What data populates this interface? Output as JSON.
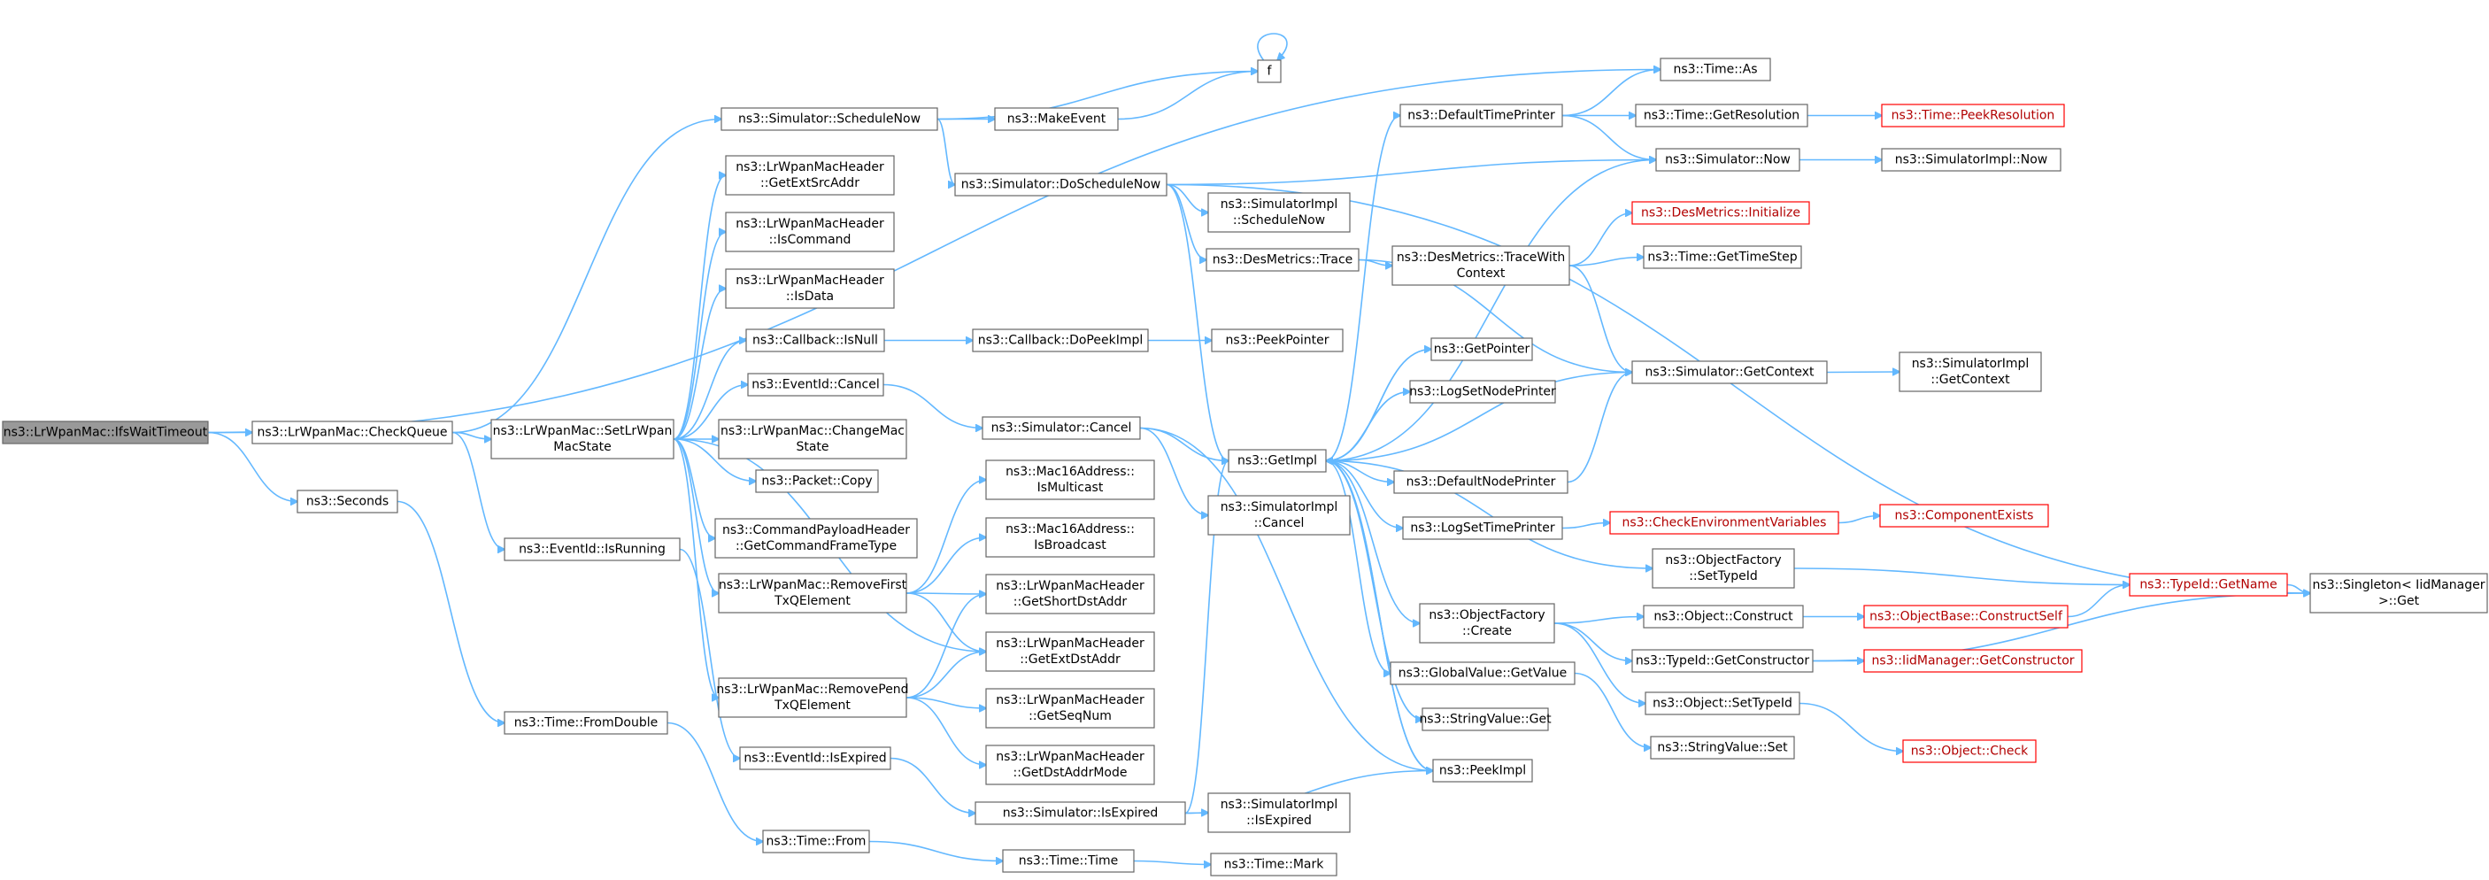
{
  "nodes": [
    {
      "id": "root",
      "lines": [
        "ns3::LrWpanMac::IfsWaitTimeout"
      ],
      "style": "root"
    },
    {
      "id": "checkqueue",
      "lines": [
        "ns3::LrWpanMac::CheckQueue"
      ]
    },
    {
      "id": "seconds",
      "lines": [
        "ns3::Seconds"
      ]
    },
    {
      "id": "setlrwpan",
      "lines": [
        "ns3::LrWpanMac::SetLrWpan",
        "MacState"
      ]
    },
    {
      "id": "eventid_isrunning",
      "lines": [
        "ns3::EventId::IsRunning"
      ]
    },
    {
      "id": "time_fromdouble",
      "lines": [
        "ns3::Time::FromDouble"
      ]
    },
    {
      "id": "scheduleNow",
      "lines": [
        "ns3::Simulator::ScheduleNow"
      ]
    },
    {
      "id": "getextsrcaddr",
      "lines": [
        "ns3::LrWpanMacHeader",
        "::GetExtSrcAddr"
      ]
    },
    {
      "id": "iscommand",
      "lines": [
        "ns3::LrWpanMacHeader",
        "::IsCommand"
      ]
    },
    {
      "id": "isdata",
      "lines": [
        "ns3::LrWpanMacHeader",
        "::IsData"
      ]
    },
    {
      "id": "callback_isnull",
      "lines": [
        "ns3::Callback::IsNull"
      ]
    },
    {
      "id": "eventid_cancel",
      "lines": [
        "ns3::EventId::Cancel"
      ]
    },
    {
      "id": "changemacstate",
      "lines": [
        "ns3::LrWpanMac::ChangeMac",
        "State"
      ]
    },
    {
      "id": "packet_copy",
      "lines": [
        "ns3::Packet::Copy"
      ]
    },
    {
      "id": "cmdpayload",
      "lines": [
        "ns3::CommandPayloadHeader",
        "::GetCommandFrameType"
      ]
    },
    {
      "id": "removefirst",
      "lines": [
        "ns3::LrWpanMac::RemoveFirst",
        "TxQElement"
      ]
    },
    {
      "id": "removepend",
      "lines": [
        "ns3::LrWpanMac::RemovePend",
        "TxQElement"
      ]
    },
    {
      "id": "eventid_isexpired",
      "lines": [
        "ns3::EventId::IsExpired"
      ]
    },
    {
      "id": "time_from",
      "lines": [
        "ns3::Time::From"
      ]
    },
    {
      "id": "makeevent",
      "lines": [
        "ns3::MakeEvent"
      ]
    },
    {
      "id": "f",
      "lines": [
        "f"
      ]
    },
    {
      "id": "doScheduleNow",
      "lines": [
        "ns3::Simulator::DoScheduleNow"
      ]
    },
    {
      "id": "callback_dopeekimpl",
      "lines": [
        "ns3::Callback::DoPeekImpl"
      ]
    },
    {
      "id": "simulator_cancel",
      "lines": [
        "ns3::Simulator::Cancel"
      ]
    },
    {
      "id": "mac16_ismulticast",
      "lines": [
        "ns3::Mac16Address::",
        "IsMulticast"
      ]
    },
    {
      "id": "mac16_isbroadcast",
      "lines": [
        "ns3::Mac16Address::",
        "IsBroadcast"
      ]
    },
    {
      "id": "getshortdstaddr",
      "lines": [
        "ns3::LrWpanMacHeader",
        "::GetShortDstAddr"
      ]
    },
    {
      "id": "getextdstaddr",
      "lines": [
        "ns3::LrWpanMacHeader",
        "::GetExtDstAddr"
      ]
    },
    {
      "id": "getseqnum",
      "lines": [
        "ns3::LrWpanMacHeader",
        "::GetSeqNum"
      ]
    },
    {
      "id": "getdstaddrmode",
      "lines": [
        "ns3::LrWpanMacHeader",
        "::GetDstAddrMode"
      ]
    },
    {
      "id": "simulator_isexpired",
      "lines": [
        "ns3::Simulator::IsExpired"
      ]
    },
    {
      "id": "time_time",
      "lines": [
        "ns3::Time::Time"
      ]
    },
    {
      "id": "simimpl_schedulenow",
      "lines": [
        "ns3::SimulatorImpl",
        "::ScheduleNow"
      ]
    },
    {
      "id": "desmetrics_trace",
      "lines": [
        "ns3::DesMetrics::Trace"
      ]
    },
    {
      "id": "peekpointer",
      "lines": [
        "ns3::PeekPointer"
      ]
    },
    {
      "id": "getimpl",
      "lines": [
        "ns3::GetImpl"
      ]
    },
    {
      "id": "simimpl_cancel",
      "lines": [
        "ns3::SimulatorImpl",
        "::Cancel"
      ]
    },
    {
      "id": "simimpl_isexpired",
      "lines": [
        "ns3::SimulatorImpl",
        "::IsExpired"
      ]
    },
    {
      "id": "time_mark",
      "lines": [
        "ns3::Time::Mark"
      ]
    },
    {
      "id": "defaulttimeprinter",
      "lines": [
        "ns3::DefaultTimePrinter"
      ]
    },
    {
      "id": "desmetrics_tracewith",
      "lines": [
        "ns3::DesMetrics::TraceWith",
        "Context"
      ]
    },
    {
      "id": "getpointer",
      "lines": [
        "ns3::GetPointer"
      ]
    },
    {
      "id": "logsetnodeprinter",
      "lines": [
        "ns3::LogSetNodePrinter"
      ]
    },
    {
      "id": "defaultnodeprinter",
      "lines": [
        "ns3::DefaultNodePrinter"
      ]
    },
    {
      "id": "logsettimeprinter",
      "lines": [
        "ns3::LogSetTimePrinter"
      ]
    },
    {
      "id": "objectfactory_create",
      "lines": [
        "ns3::ObjectFactory",
        "::Create"
      ]
    },
    {
      "id": "globalvalue_getvalue",
      "lines": [
        "ns3::GlobalValue::GetValue"
      ]
    },
    {
      "id": "stringvalue_get",
      "lines": [
        "ns3::StringValue::Get"
      ]
    },
    {
      "id": "peekimpl",
      "lines": [
        "ns3::PeekImpl"
      ]
    },
    {
      "id": "time_as",
      "lines": [
        "ns3::Time::As"
      ]
    },
    {
      "id": "time_getresolution",
      "lines": [
        "ns3::Time::GetResolution"
      ]
    },
    {
      "id": "simulator_now",
      "lines": [
        "ns3::Simulator::Now"
      ]
    },
    {
      "id": "desmetrics_initialize",
      "lines": [
        "ns3::DesMetrics::Initialize"
      ],
      "style": "trunc"
    },
    {
      "id": "time_gettimestep",
      "lines": [
        "ns3::Time::GetTimeStep"
      ]
    },
    {
      "id": "simulator_getcontext",
      "lines": [
        "ns3::Simulator::GetContext"
      ]
    },
    {
      "id": "checkenvvars",
      "lines": [
        "ns3::CheckEnvironmentVariables"
      ],
      "style": "trunc"
    },
    {
      "id": "objectfactory_settypeid",
      "lines": [
        "ns3::ObjectFactory",
        "::SetTypeId"
      ]
    },
    {
      "id": "object_construct",
      "lines": [
        "ns3::Object::Construct"
      ]
    },
    {
      "id": "typeid_getconstructor",
      "lines": [
        "ns3::TypeId::GetConstructor"
      ]
    },
    {
      "id": "object_settypeid",
      "lines": [
        "ns3::Object::SetTypeId"
      ]
    },
    {
      "id": "stringvalue_set",
      "lines": [
        "ns3::StringValue::Set"
      ]
    },
    {
      "id": "time_peekresolution",
      "lines": [
        "ns3::Time::PeekResolution"
      ],
      "style": "trunc"
    },
    {
      "id": "simimpl_now",
      "lines": [
        "ns3::SimulatorImpl::Now"
      ]
    },
    {
      "id": "simimpl_getcontext",
      "lines": [
        "ns3::SimulatorImpl",
        "::GetContext"
      ]
    },
    {
      "id": "componentexists",
      "lines": [
        "ns3::ComponentExists"
      ],
      "style": "trunc"
    },
    {
      "id": "typeid_getname",
      "lines": [
        "ns3::TypeId::GetName"
      ],
      "style": "trunc"
    },
    {
      "id": "objectbase_constructself",
      "lines": [
        "ns3::ObjectBase::ConstructSelf"
      ],
      "style": "trunc"
    },
    {
      "id": "iidmanager_getconstructor",
      "lines": [
        "ns3::IidManager::GetConstructor"
      ],
      "style": "trunc"
    },
    {
      "id": "object_check",
      "lines": [
        "ns3::Object::Check"
      ],
      "style": "trunc"
    },
    {
      "id": "singleton_get",
      "lines": [
        "ns3::Singleton< IidManager",
        ">::Get"
      ]
    }
  ],
  "edges": [
    [
      "root",
      "checkqueue"
    ],
    [
      "root",
      "seconds"
    ],
    [
      "root",
      "time_as"
    ],
    [
      "checkqueue",
      "setlrwpan"
    ],
    [
      "checkqueue",
      "eventid_isrunning"
    ],
    [
      "checkqueue",
      "scheduleNow"
    ],
    [
      "seconds",
      "time_fromdouble"
    ],
    [
      "time_fromdouble",
      "time_from"
    ],
    [
      "time_from",
      "time_time"
    ],
    [
      "time_time",
      "time_mark"
    ],
    [
      "eventid_isrunning",
      "eventid_isexpired"
    ],
    [
      "eventid_isexpired",
      "simulator_isexpired"
    ],
    [
      "setlrwpan",
      "getextsrcaddr"
    ],
    [
      "setlrwpan",
      "iscommand"
    ],
    [
      "setlrwpan",
      "isdata"
    ],
    [
      "setlrwpan",
      "callback_isnull"
    ],
    [
      "setlrwpan",
      "eventid_cancel"
    ],
    [
      "setlrwpan",
      "changemacstate"
    ],
    [
      "setlrwpan",
      "packet_copy"
    ],
    [
      "setlrwpan",
      "cmdpayload"
    ],
    [
      "setlrwpan",
      "removefirst"
    ],
    [
      "setlrwpan",
      "removepend"
    ],
    [
      "setlrwpan",
      "getextdstaddr"
    ],
    [
      "scheduleNow",
      "makeevent"
    ],
    [
      "scheduleNow",
      "f"
    ],
    [
      "scheduleNow",
      "doScheduleNow"
    ],
    [
      "makeevent",
      "f"
    ],
    [
      "f",
      "f"
    ],
    [
      "callback_isnull",
      "callback_dopeekimpl"
    ],
    [
      "callback_dopeekimpl",
      "peekpointer"
    ],
    [
      "eventid_cancel",
      "simulator_cancel"
    ],
    [
      "removefirst",
      "mac16_ismulticast"
    ],
    [
      "removefirst",
      "mac16_isbroadcast"
    ],
    [
      "removefirst",
      "getshortdstaddr"
    ],
    [
      "removefirst",
      "getextdstaddr"
    ],
    [
      "removepend",
      "getshortdstaddr"
    ],
    [
      "removepend",
      "getextdstaddr"
    ],
    [
      "removepend",
      "getseqnum"
    ],
    [
      "removepend",
      "getdstaddrmode"
    ],
    [
      "doScheduleNow",
      "simimpl_schedulenow"
    ],
    [
      "doScheduleNow",
      "desmetrics_trace"
    ],
    [
      "doScheduleNow",
      "getimpl"
    ],
    [
      "doScheduleNow",
      "simulator_now"
    ],
    [
      "doScheduleNow",
      "singleton_get"
    ],
    [
      "simulator_cancel",
      "getimpl"
    ],
    [
      "simulator_cancel",
      "simimpl_cancel"
    ],
    [
      "simulator_cancel",
      "peekimpl"
    ],
    [
      "simulator_isexpired",
      "getimpl"
    ],
    [
      "simulator_isexpired",
      "simimpl_isexpired"
    ],
    [
      "simulator_isexpired",
      "peekimpl"
    ],
    [
      "desmetrics_trace",
      "desmetrics_tracewith"
    ],
    [
      "desmetrics_trace",
      "simulator_getcontext"
    ],
    [
      "getimpl",
      "defaulttimeprinter"
    ],
    [
      "getimpl",
      "getpointer"
    ],
    [
      "getimpl",
      "logsetnodeprinter"
    ],
    [
      "getimpl",
      "defaultnodeprinter"
    ],
    [
      "getimpl",
      "logsettimeprinter"
    ],
    [
      "getimpl",
      "objectfactory_create"
    ],
    [
      "getimpl",
      "globalvalue_getvalue"
    ],
    [
      "getimpl",
      "stringvalue_get"
    ],
    [
      "getimpl",
      "peekimpl"
    ],
    [
      "getimpl",
      "objectfactory_settypeid"
    ],
    [
      "getpointer",
      "getimpl"
    ],
    [
      "logsetnodeprinter",
      "getimpl"
    ],
    [
      "peekimpl",
      "getimpl"
    ],
    [
      "defaulttimeprinter",
      "time_as"
    ],
    [
      "defaulttimeprinter",
      "time_getresolution"
    ],
    [
      "defaulttimeprinter",
      "simulator_now"
    ],
    [
      "simulator_now",
      "getimpl"
    ],
    [
      "simulator_now",
      "simimpl_now"
    ],
    [
      "time_getresolution",
      "time_peekresolution"
    ],
    [
      "desmetrics_tracewith",
      "desmetrics_initialize"
    ],
    [
      "desmetrics_tracewith",
      "time_gettimestep"
    ],
    [
      "desmetrics_tracewith",
      "simulator_getcontext"
    ],
    [
      "defaultnodeprinter",
      "simulator_getcontext"
    ],
    [
      "simulator_getcontext",
      "getimpl"
    ],
    [
      "simulator_getcontext",
      "simimpl_getcontext"
    ],
    [
      "logsettimeprinter",
      "checkenvvars"
    ],
    [
      "checkenvvars",
      "componentexists"
    ],
    [
      "objectfactory_settypeid",
      "typeid_getname"
    ],
    [
      "objectfactory_create",
      "object_construct"
    ],
    [
      "objectfactory_create",
      "typeid_getconstructor"
    ],
    [
      "objectfactory_create",
      "object_settypeid"
    ],
    [
      "object_construct",
      "objectbase_constructself"
    ],
    [
      "objectbase_constructself",
      "typeid_getname"
    ],
    [
      "typeid_getname",
      "singleton_get"
    ],
    [
      "typeid_getconstructor",
      "iidmanager_getconstructor"
    ],
    [
      "typeid_getconstructor",
      "singleton_get"
    ],
    [
      "globalvalue_getvalue",
      "stringvalue_set"
    ],
    [
      "object_settypeid",
      "object_check"
    ]
  ]
}
